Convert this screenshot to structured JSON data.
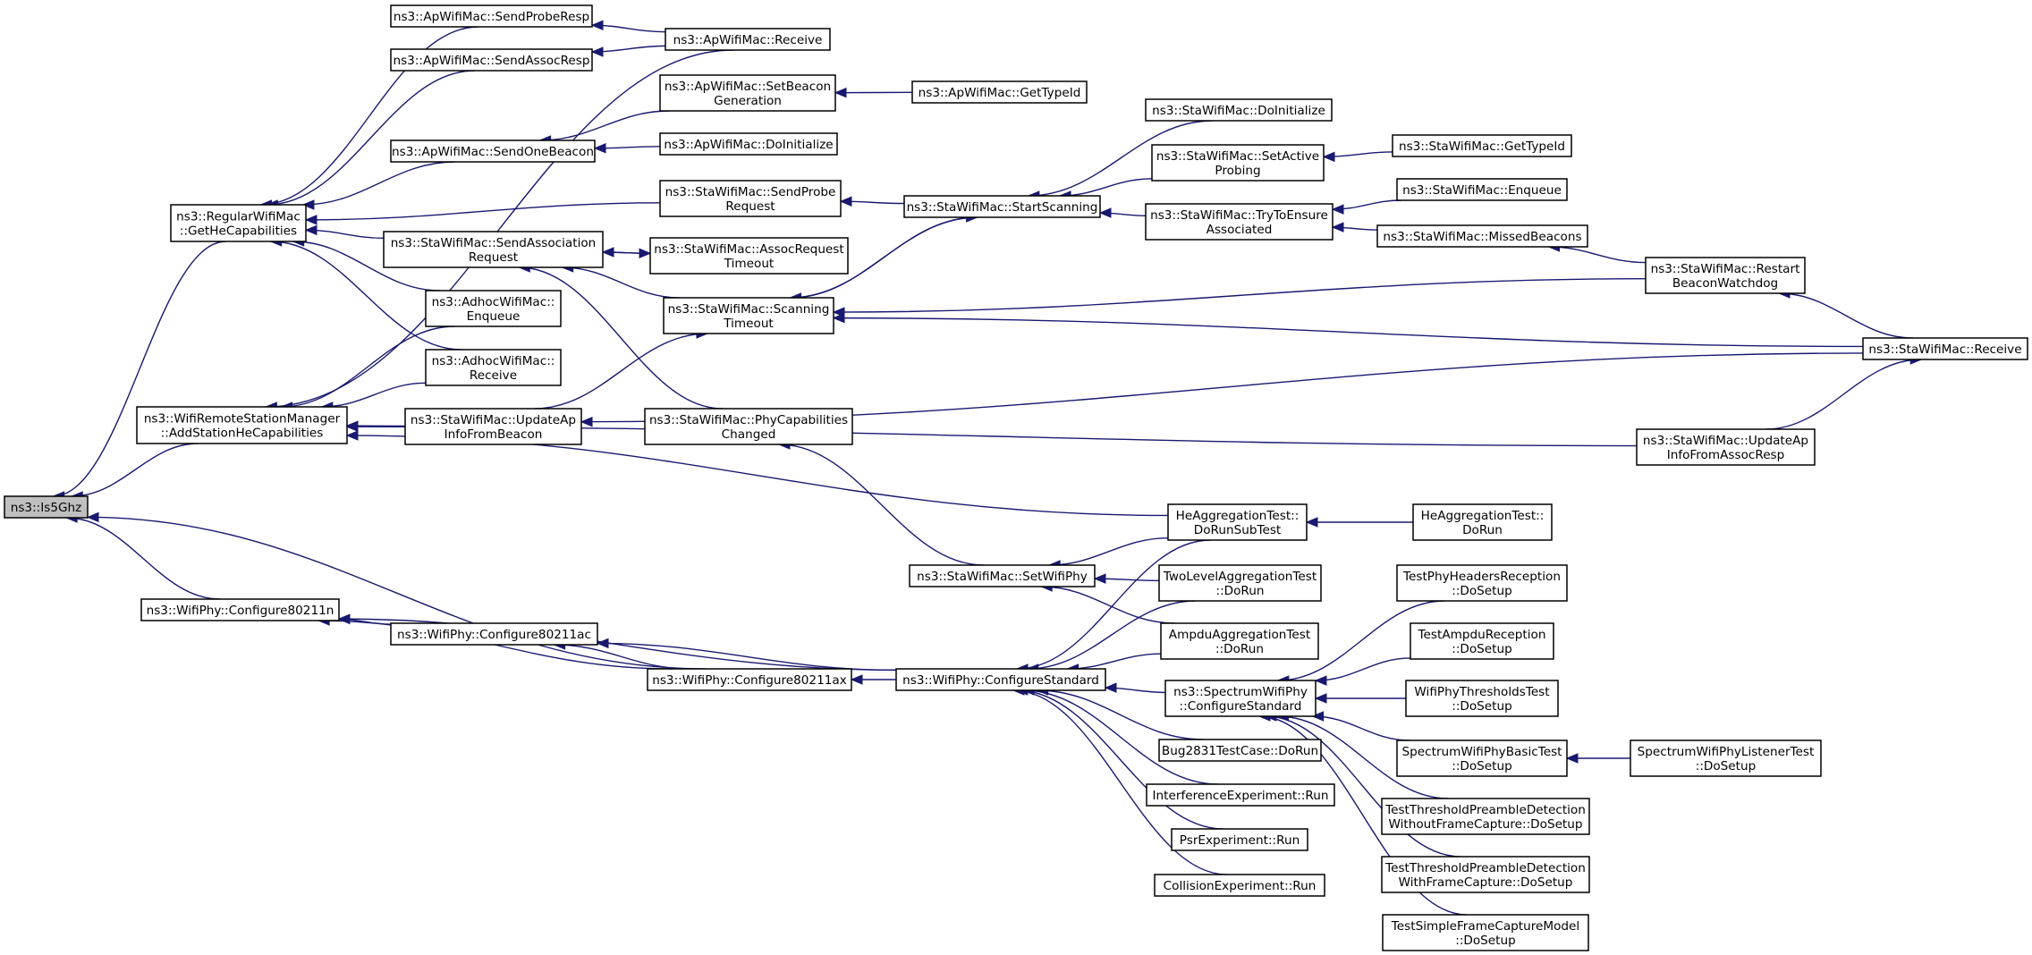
{
  "graph": {
    "title": "",
    "nodes": {
      "is5ghz": {
        "lines": [
          "ns3::Is5Ghz"
        ],
        "highlight": true
      },
      "regularGetHe": {
        "lines": [
          "ns3::RegularWifiMac",
          "::GetHeCapabilities"
        ]
      },
      "wrsmAddStaHe": {
        "lines": [
          "ns3::WifiRemoteStationManager",
          "::AddStationHeCapabilities"
        ]
      },
      "phyCfg11n": {
        "lines": [
          "ns3::WifiPhy::Configure80211n"
        ]
      },
      "apSendProbeResp": {
        "lines": [
          "ns3::ApWifiMac::SendProbeResp"
        ]
      },
      "apSendAssocResp": {
        "lines": [
          "ns3::ApWifiMac::SendAssocResp"
        ]
      },
      "apReceive": {
        "lines": [
          "ns3::ApWifiMac::Receive"
        ]
      },
      "apSendOneBeacon": {
        "lines": [
          "ns3::ApWifiMac::SendOneBeacon"
        ]
      },
      "apSetBeaconGen": {
        "lines": [
          "ns3::ApWifiMac::SetBeacon",
          "Generation"
        ]
      },
      "apGetTypeId": {
        "lines": [
          "ns3::ApWifiMac::GetTypeId"
        ]
      },
      "apDoInit": {
        "lines": [
          "ns3::ApWifiMac::DoInitialize"
        ]
      },
      "staSendProbeReq": {
        "lines": [
          "ns3::StaWifiMac::SendProbe",
          "Request"
        ]
      },
      "staSendAssocReq": {
        "lines": [
          "ns3::StaWifiMac::SendAssociation",
          "Request"
        ]
      },
      "staAssocReqTimeout": {
        "lines": [
          "ns3::StaWifiMac::AssocRequest",
          "Timeout"
        ]
      },
      "adhocEnqueue": {
        "lines": [
          "ns3::AdhocWifiMac::",
          "Enqueue"
        ]
      },
      "adhocReceive": {
        "lines": [
          "ns3::AdhocWifiMac::",
          "Receive"
        ]
      },
      "staScanTimeout": {
        "lines": [
          "ns3::StaWifiMac::Scanning",
          "Timeout"
        ]
      },
      "staUpdApBeacon": {
        "lines": [
          "ns3::StaWifiMac::UpdateAp",
          "InfoFromBeacon"
        ]
      },
      "staPhyCapChanged": {
        "lines": [
          "ns3::StaWifiMac::PhyCapabilities",
          "Changed"
        ]
      },
      "staStartScan": {
        "lines": [
          "ns3::StaWifiMac::StartScanning"
        ]
      },
      "staDoInit": {
        "lines": [
          "ns3::StaWifiMac::DoInitialize"
        ]
      },
      "staSetActiveProbing": {
        "lines": [
          "ns3::StaWifiMac::SetActive",
          "Probing"
        ]
      },
      "staGetTypeId": {
        "lines": [
          "ns3::StaWifiMac::GetTypeId"
        ]
      },
      "staTryEnsure": {
        "lines": [
          "ns3::StaWifiMac::TryToEnsure",
          "Associated"
        ]
      },
      "staEnqueue": {
        "lines": [
          "ns3::StaWifiMac::Enqueue"
        ]
      },
      "staMissedBeacons": {
        "lines": [
          "ns3::StaWifiMac::MissedBeacons"
        ]
      },
      "staRestartWatchdog": {
        "lines": [
          "ns3::StaWifiMac::Restart",
          "BeaconWatchdog"
        ]
      },
      "staReceive": {
        "lines": [
          "ns3::StaWifiMac::Receive"
        ]
      },
      "staUpdApAssocResp": {
        "lines": [
          "ns3::StaWifiMac::UpdateAp",
          "InfoFromAssocResp"
        ]
      },
      "heAggRunSub": {
        "lines": [
          "HeAggregationTest::",
          "DoRunSubTest"
        ]
      },
      "heAggRun": {
        "lines": [
          "HeAggregationTest::",
          "DoRun"
        ]
      },
      "staSetWifiPhy": {
        "lines": [
          "ns3::StaWifiMac::SetWifiPhy"
        ]
      },
      "twoLevelAgg": {
        "lines": [
          "TwoLevelAggregationTest",
          "::DoRun"
        ]
      },
      "ampduAgg": {
        "lines": [
          "AmpduAggregationTest",
          "::DoRun"
        ]
      },
      "phyCfg11ac": {
        "lines": [
          "ns3::WifiPhy::Configure80211ac"
        ]
      },
      "phyCfg11ax": {
        "lines": [
          "ns3::WifiPhy::Configure80211ax"
        ]
      },
      "phyCfgStd": {
        "lines": [
          "ns3::WifiPhy::ConfigureStandard"
        ]
      },
      "specPhyCfgStd": {
        "lines": [
          "ns3::SpectrumWifiPhy",
          "::ConfigureStandard"
        ]
      },
      "bug2831": {
        "lines": [
          "Bug2831TestCase::DoRun"
        ]
      },
      "interfExp": {
        "lines": [
          "InterferenceExperiment::Run"
        ]
      },
      "psrExp": {
        "lines": [
          "PsrExperiment::Run"
        ]
      },
      "collExp": {
        "lines": [
          "CollisionExperiment::Run"
        ]
      },
      "testPhyHeaders": {
        "lines": [
          "TestPhyHeadersReception",
          "::DoSetup"
        ]
      },
      "testAmpduRecep": {
        "lines": [
          "TestAmpduReception",
          "::DoSetup"
        ]
      },
      "wifiPhyThresh": {
        "lines": [
          "WifiPhyThresholdsTest",
          "::DoSetup"
        ]
      },
      "specPhyBasic": {
        "lines": [
          "SpectrumWifiPhyBasicTest",
          "::DoSetup"
        ]
      },
      "specPhyListener": {
        "lines": [
          "SpectrumWifiPhyListenerTest",
          "::DoSetup"
        ]
      },
      "testThreshNoCap": {
        "lines": [
          "TestThresholdPreambleDetection",
          "WithoutFrameCapture::DoSetup"
        ]
      },
      "testThreshCap": {
        "lines": [
          "TestThresholdPreambleDetection",
          "WithFrameCapture::DoSetup"
        ]
      },
      "testSimpleCap": {
        "lines": [
          "TestSimpleFrameCaptureModel",
          "::DoSetup"
        ]
      }
    },
    "edges": [
      {
        "from": "regularGetHe",
        "to": "is5ghz"
      },
      {
        "from": "wrsmAddStaHe",
        "to": "is5ghz"
      },
      {
        "from": "phyCfg11n",
        "to": "is5ghz"
      },
      {
        "from": "phyCfg11ax",
        "to": "is5ghz"
      },
      {
        "from": "apSendProbeResp",
        "to": "regularGetHe"
      },
      {
        "from": "apSendAssocResp",
        "to": "regularGetHe"
      },
      {
        "from": "apSendOneBeacon",
        "to": "regularGetHe"
      },
      {
        "from": "staSendProbeReq",
        "to": "regularGetHe"
      },
      {
        "from": "staSendAssocReq",
        "to": "regularGetHe"
      },
      {
        "from": "adhocEnqueue",
        "to": "regularGetHe"
      },
      {
        "from": "adhocReceive",
        "to": "regularGetHe"
      },
      {
        "from": "apReceive",
        "to": "apSendProbeResp"
      },
      {
        "from": "apReceive",
        "to": "apSendAssocResp"
      },
      {
        "from": "apSetBeaconGen",
        "to": "apSendOneBeacon"
      },
      {
        "from": "apDoInit",
        "to": "apSendOneBeacon"
      },
      {
        "from": "apGetTypeId",
        "to": "apSetBeaconGen"
      },
      {
        "from": "staStartScan",
        "to": "staSendProbeReq"
      },
      {
        "from": "staAssocReqTimeout",
        "to": "staSendAssocReq"
      },
      {
        "from": "staSendAssocReq",
        "to": "staAssocReqTimeout"
      },
      {
        "from": "staScanTimeout",
        "to": "staSendAssocReq"
      },
      {
        "from": "staPhyCapChanged",
        "to": "staSendAssocReq"
      },
      {
        "from": "staScanTimeout",
        "to": "staStartScan"
      },
      {
        "from": "staStartScan",
        "to": "staScanTimeout"
      },
      {
        "from": "staDoInit",
        "to": "staStartScan"
      },
      {
        "from": "staSetActiveProbing",
        "to": "staStartScan"
      },
      {
        "from": "staTryEnsure",
        "to": "staStartScan"
      },
      {
        "from": "staGetTypeId",
        "to": "staSetActiveProbing"
      },
      {
        "from": "staEnqueue",
        "to": "staTryEnsure"
      },
      {
        "from": "staMissedBeacons",
        "to": "staTryEnsure"
      },
      {
        "from": "staRestartWatchdog",
        "to": "staMissedBeacons"
      },
      {
        "from": "staRestartWatchdog",
        "to": "staScanTimeout"
      },
      {
        "from": "staReceive",
        "to": "staRestartWatchdog"
      },
      {
        "from": "staReceive",
        "to": "staScanTimeout"
      },
      {
        "from": "staReceive",
        "to": "staUpdApBeacon"
      },
      {
        "from": "staUpdApAssocResp",
        "to": "staReceive"
      },
      {
        "from": "staUpdApBeacon",
        "to": "staScanTimeout"
      },
      {
        "from": "staUpdApBeacon",
        "to": "wrsmAddStaHe"
      },
      {
        "from": "adhocEnqueue",
        "to": "wrsmAddStaHe"
      },
      {
        "from": "adhocReceive",
        "to": "wrsmAddStaHe"
      },
      {
        "from": "apReceive",
        "to": "wrsmAddStaHe"
      },
      {
        "from": "staUpdApAssocResp",
        "to": "wrsmAddStaHe"
      },
      {
        "from": "heAggRunSub",
        "to": "wrsmAddStaHe"
      },
      {
        "from": "heAggRun",
        "to": "heAggRunSub"
      },
      {
        "from": "staSetWifiPhy",
        "to": "staPhyCapChanged"
      },
      {
        "from": "heAggRunSub",
        "to": "staSetWifiPhy"
      },
      {
        "from": "twoLevelAgg",
        "to": "staSetWifiPhy"
      },
      {
        "from": "ampduAgg",
        "to": "staSetWifiPhy"
      },
      {
        "from": "phyCfg11ac",
        "to": "phyCfg11n"
      },
      {
        "from": "phyCfg11ax",
        "to": "phyCfg11n"
      },
      {
        "from": "phyCfgStd",
        "to": "phyCfg11n"
      },
      {
        "from": "phyCfg11ax",
        "to": "phyCfg11ac"
      },
      {
        "from": "phyCfgStd",
        "to": "phyCfg11ac"
      },
      {
        "from": "phyCfgStd",
        "to": "phyCfg11ax"
      },
      {
        "from": "heAggRunSub",
        "to": "phyCfgStd"
      },
      {
        "from": "twoLevelAgg",
        "to": "phyCfgStd"
      },
      {
        "from": "ampduAgg",
        "to": "phyCfgStd"
      },
      {
        "from": "specPhyCfgStd",
        "to": "phyCfgStd"
      },
      {
        "from": "bug2831",
        "to": "phyCfgStd"
      },
      {
        "from": "interfExp",
        "to": "phyCfgStd"
      },
      {
        "from": "psrExp",
        "to": "phyCfgStd"
      },
      {
        "from": "collExp",
        "to": "phyCfgStd"
      },
      {
        "from": "testPhyHeaders",
        "to": "specPhyCfgStd"
      },
      {
        "from": "testAmpduRecep",
        "to": "specPhyCfgStd"
      },
      {
        "from": "wifiPhyThresh",
        "to": "specPhyCfgStd"
      },
      {
        "from": "specPhyBasic",
        "to": "specPhyCfgStd"
      },
      {
        "from": "testThreshNoCap",
        "to": "specPhyCfgStd"
      },
      {
        "from": "testThreshCap",
        "to": "specPhyCfgStd"
      },
      {
        "from": "testSimpleCap",
        "to": "specPhyCfgStd"
      },
      {
        "from": "specPhyListener",
        "to": "specPhyBasic"
      }
    ],
    "colors": {
      "edge": "#191970",
      "node_border": "#000000",
      "root_fill": "#bfbfbf",
      "node_fill": "#ffffff"
    }
  }
}
